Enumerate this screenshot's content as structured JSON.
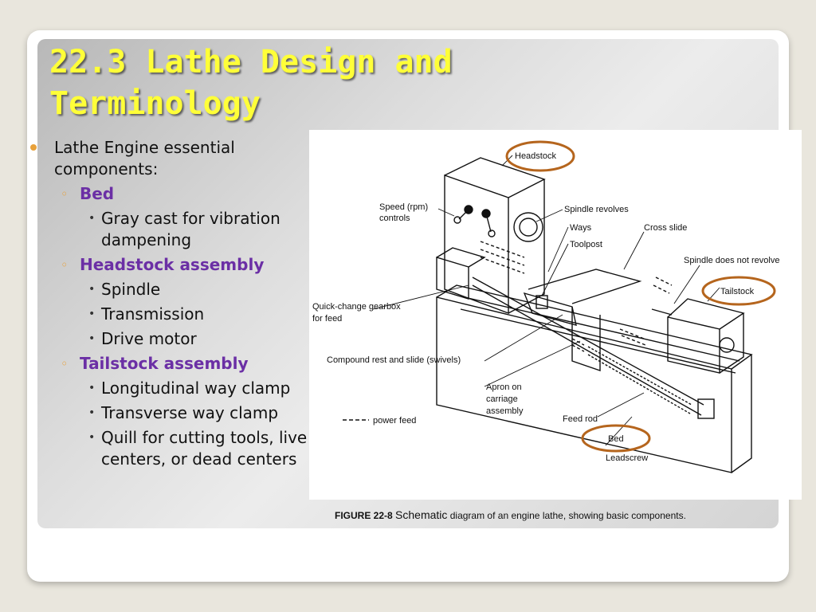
{
  "title": "22.3 Lathe Design and Terminology",
  "bullets": {
    "main": "Lathe Engine essential components:",
    "bed": {
      "label": "Bed",
      "items": [
        "Gray cast for vibration dampening"
      ]
    },
    "headstock": {
      "label": "Headstock assembly",
      "items": [
        "Spindle",
        "Transmission",
        "Drive motor"
      ]
    },
    "tailstock": {
      "label": "Tailstock assembly",
      "items": [
        "Longitudinal way clamp",
        "Transverse way clamp",
        "Quill for cutting tools, live centers, or dead centers"
      ]
    }
  },
  "diagram_labels": {
    "headstock": "Headstock",
    "speed_line1": "Speed (rpm)",
    "speed_line2": "controls",
    "spindle_revolves": "Spindle revolves",
    "ways": "Ways",
    "toolpost": "Toolpost",
    "cross_slide": "Cross slide",
    "spindle_not_revolve": "Spindle does not revolve",
    "tailstock": "Tailstock",
    "gearbox_line1": "Quick-change gearbox",
    "gearbox_line2": "for feed",
    "compound_rest": "Compound rest and slide (swivels)",
    "apron_line1": "Apron on",
    "apron_line2": "carriage",
    "apron_line3": "assembly",
    "power_feed": "power feed",
    "feed_rod": "Feed rod",
    "bed": "Bed",
    "leadscrew": "Leadscrew"
  },
  "caption": {
    "fig_num": "FIGURE 22-8",
    "word": "Schematic",
    "rest": "diagram of an engine lathe, showing basic components."
  },
  "colors": {
    "title": "#ffff38",
    "sub_bullet": "#6b2fa5",
    "bullet_marker": "#e8a13a",
    "highlight_circle": "#b5651d"
  }
}
